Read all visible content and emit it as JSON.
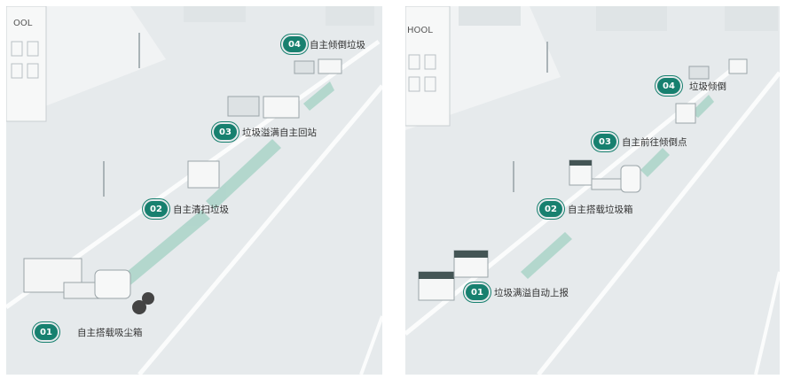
{
  "left_panel": {
    "steps": [
      {
        "number": "01",
        "label": "自主搭载吸尘箱"
      },
      {
        "number": "02",
        "label": "自主清扫垃圾"
      },
      {
        "number": "03",
        "label": "垃圾溢满自主回站"
      },
      {
        "number": "04",
        "label": "自主倾倒垃圾"
      }
    ],
    "sign_text": "OOL"
  },
  "right_panel": {
    "steps": [
      {
        "number": "01",
        "label": "垃圾满溢自动上报"
      },
      {
        "number": "02",
        "label": "自主搭载垃圾箱"
      },
      {
        "number": "03",
        "label": "自主前往倾倒点"
      },
      {
        "number": "04",
        "label": "垃圾倾倒"
      }
    ],
    "sign_text": "HOOL"
  },
  "colors": {
    "accent": "#17806f",
    "arrow": "#a9d3c8",
    "ground": "#e6eaec"
  }
}
